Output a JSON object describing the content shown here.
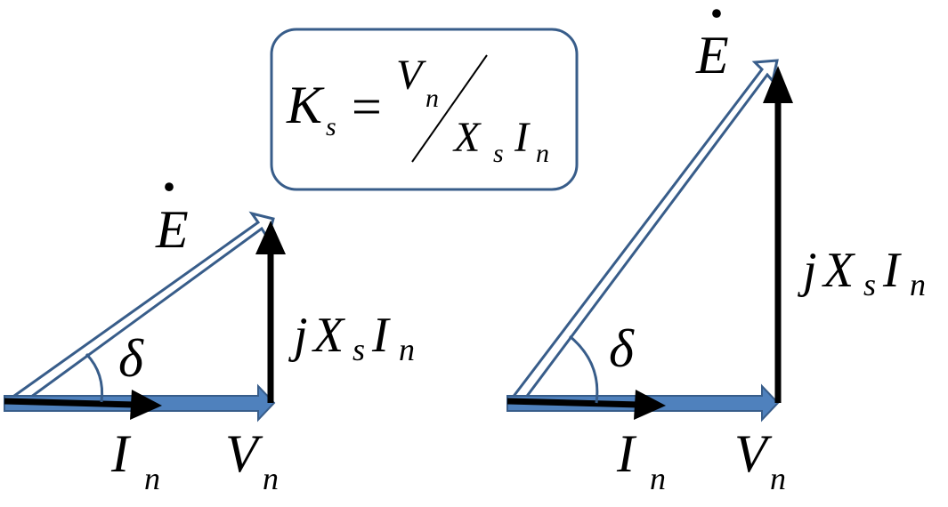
{
  "formula": {
    "lhs_main": "K",
    "lhs_sub": "s",
    "equals": "=",
    "num_main": "V",
    "num_sub": "n",
    "den_main1": "X",
    "den_sub1": "s",
    "den_main2": "I",
    "den_sub2": "n"
  },
  "diagram_left": {
    "e_label": "E",
    "e_dot": "·",
    "angle_label": "δ",
    "current_main": "I",
    "current_sub": "n",
    "voltage_main": "V",
    "voltage_sub": "n",
    "jx_j": "j",
    "jx_x": "X",
    "jx_s": "s",
    "jx_i": "I",
    "jx_n": "n"
  },
  "diagram_right": {
    "e_label": "E",
    "e_dot": "·",
    "angle_label": "δ",
    "current_main": "I",
    "current_sub": "n",
    "voltage_main": "V",
    "voltage_sub": "n",
    "jx_j": "j",
    "jx_x": "X",
    "jx_s": "s",
    "jx_i": "I",
    "jx_n": "n"
  },
  "colors": {
    "phasor_blue": "#4F81BD",
    "outline_blue": "#385D8A",
    "arrow_black": "#000000",
    "box_border": "#385D8A"
  }
}
